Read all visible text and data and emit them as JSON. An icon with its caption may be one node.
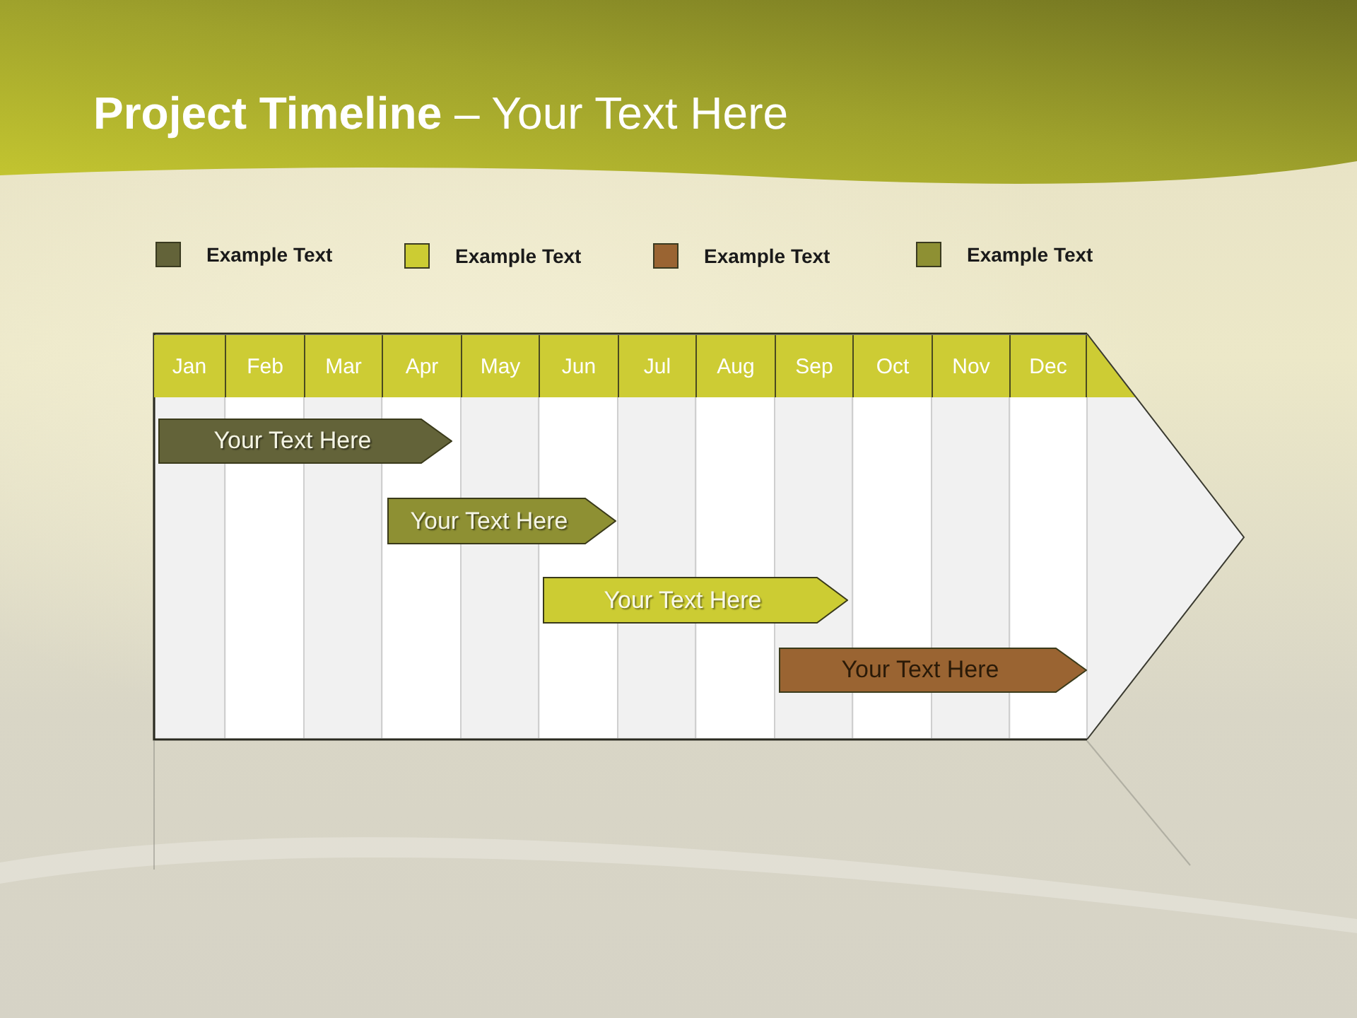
{
  "diagram": {
    "title": "**Project Timeline** – Your Text Here",
    "nodes": [
      {
        "text": [
          "Your Text Here"
        ]
      },
      {
        "text": [
          "Your Text Here"
        ]
      },
      {
        "text": [
          "Your Text Here"
        ]
      },
      {
        "text": [
          "Your Text Here"
        ]
      }
    ],
    "labels": [
      "Jan",
      "Feb",
      "Mar",
      "Apr",
      "May",
      "Jun",
      "Jul",
      "Aug",
      "Sep",
      "Oct",
      "Nov",
      "Dec"
    ],
    "legend": [
      {
        "text": "Example Text",
        "color": "#636339"
      },
      {
        "text": "Example Text",
        "color": "#cccc33"
      },
      {
        "text": "Example Text",
        "color": "#9a6432"
      },
      {
        "text": "Example Text",
        "color": "#8e9033"
      }
    ]
  }
}
